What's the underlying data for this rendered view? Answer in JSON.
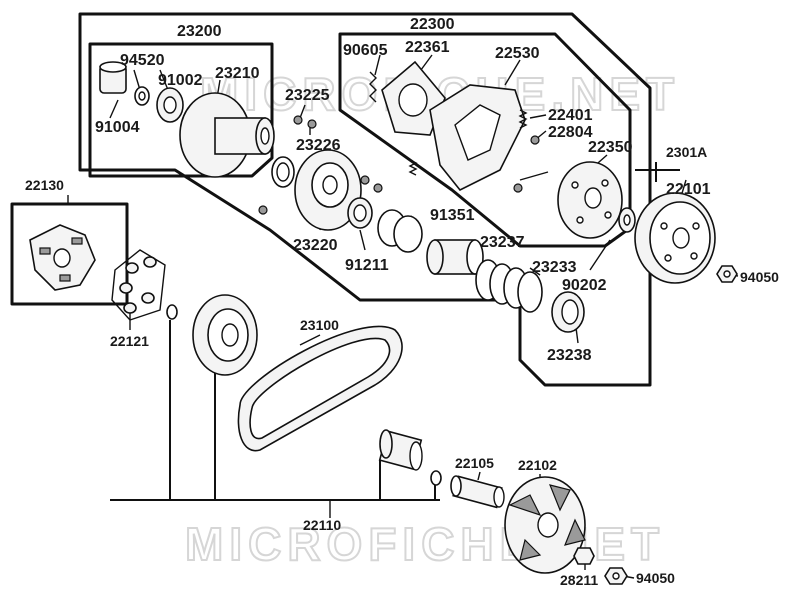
{
  "watermarks": [
    "MICROFICHE.NET",
    "MICROFICHE.NET"
  ],
  "labels": {
    "p23200": "23200",
    "p94520": "94520",
    "p91002": "91002",
    "p23210": "23210",
    "p91004": "91004",
    "p23225": "23225",
    "p23226": "23226",
    "p23220": "23220",
    "p22300": "22300",
    "p90605": "90605",
    "p22361": "22361",
    "p22530": "22530",
    "p22401": "22401",
    "p22804": "22804",
    "p22350": "22350",
    "p2301A": "2301A",
    "p22101": "22101",
    "p91351": "91351",
    "p91211": "91211",
    "p23237": "23237",
    "p23233": "23233",
    "p90202": "90202",
    "p94050a": "94050",
    "p23238": "23238",
    "p22130": "22130",
    "p22121": "22121",
    "p23100": "23100",
    "p22105": "22105",
    "p22102": "22102",
    "p22110": "22110",
    "p28211": "28211",
    "p94050b": "94050"
  }
}
